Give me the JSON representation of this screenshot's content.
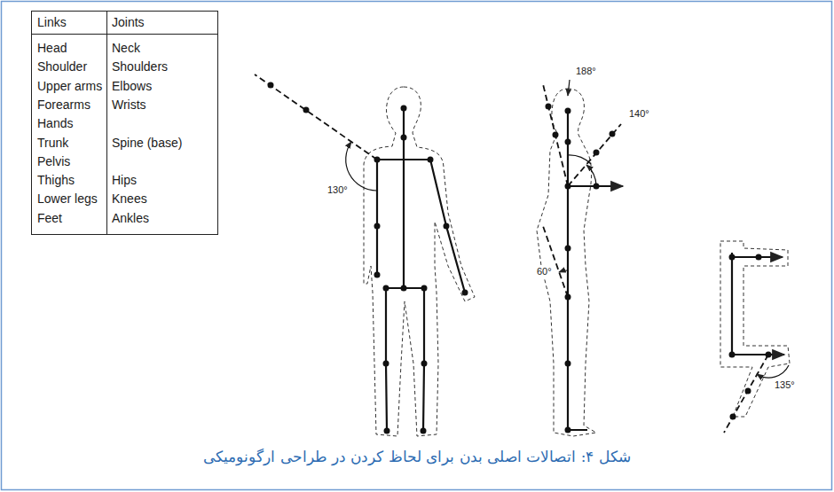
{
  "diagram": {
    "caption": "شکل ۴: اتصالات اصلی بدن برای لحاظ کردن در طراحی ارگونومیکی",
    "labels": [
      "Links",
      "Joints",
      "Head",
      "Neck",
      "Shoulder",
      "Shoulders",
      "Upper arms",
      "Elbows",
      "Forearms",
      "Wrists",
      "Hands",
      "Trunk",
      "Spine (base)",
      "Pelvis",
      "Thighs",
      "Hips",
      "Lower legs",
      "Knees",
      "Feet",
      "Ankles",
      "130°",
      "188°",
      "140°",
      "60°",
      "135°"
    ]
  }
}
